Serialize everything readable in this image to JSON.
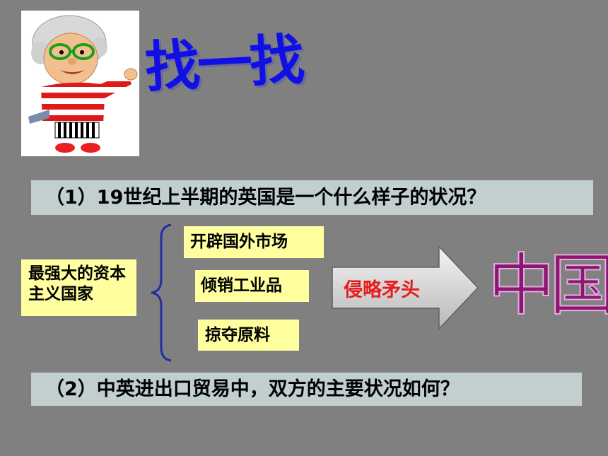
{
  "title": "找一找",
  "question1": "（1）19世纪上半期的英国是一个什么样子的状况？",
  "question2": "（2）中英进出口贸易中，双方的主要状况如何？",
  "root": "最强大的资本主义国家",
  "items": [
    "开辟国外市场",
    "倾销工业品",
    "掠夺原料"
  ],
  "arrow_label": "侵略矛头",
  "target": "中国",
  "colors": {
    "background": "#808080",
    "question_box": "#c2cfcf",
    "item_box": "#ffffa0",
    "title": "#1010e6",
    "arrow_label": "#e81c1c",
    "target": "#8c1670"
  }
}
